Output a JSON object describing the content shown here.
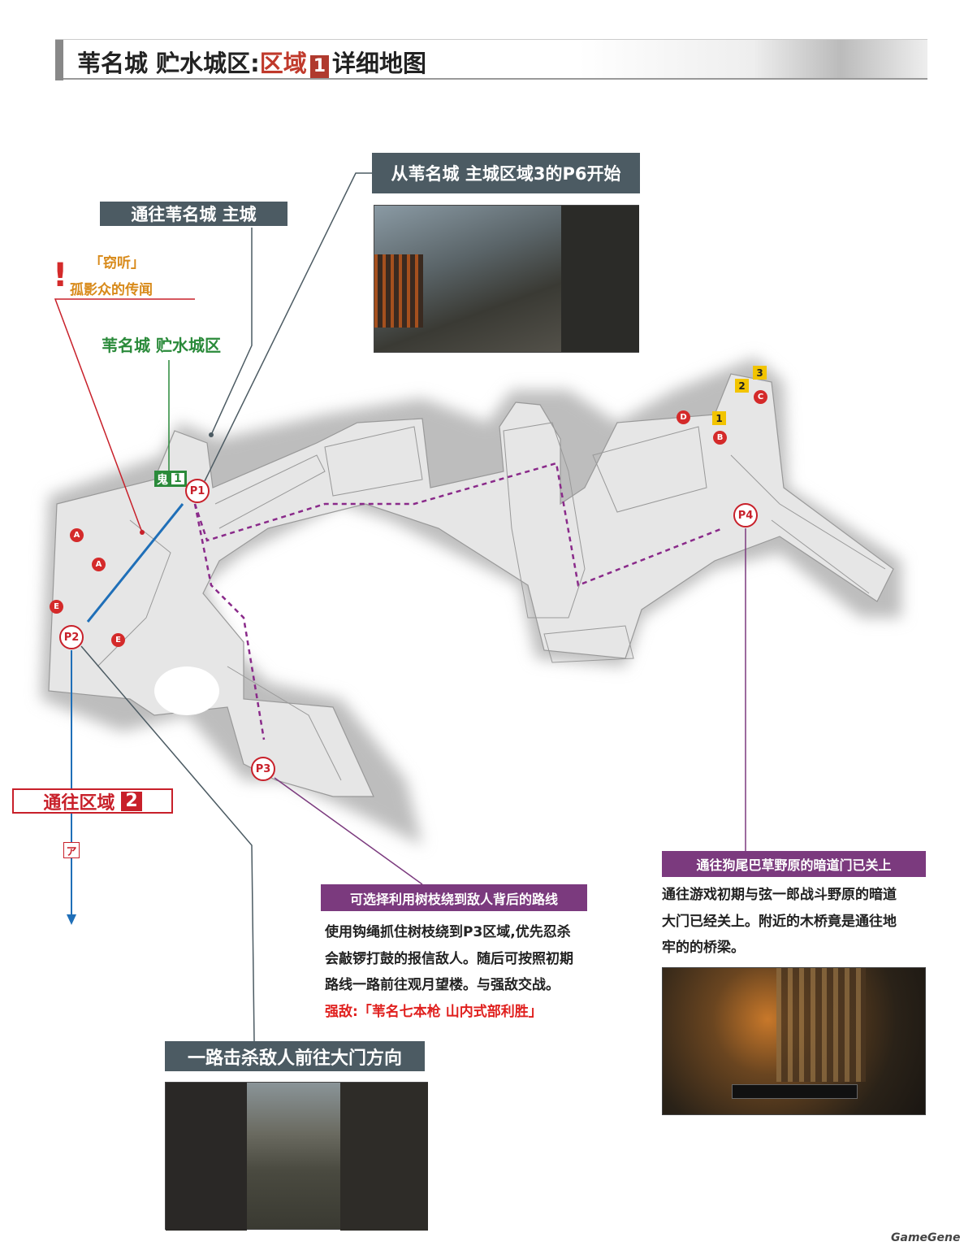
{
  "header": {
    "title_main": "苇名城  贮水城区:",
    "title_area": "区域",
    "title_num": "1",
    "title_suffix": "详细地图"
  },
  "callouts": {
    "start": "从苇名城  主城区域3的P6开始",
    "to_main_castle": "通往苇名城  主城",
    "eavesdrop_title": "「窃听」",
    "eavesdrop_sub": "孤影众的传闻",
    "exclaim": "!",
    "region_name": "苇名城  贮水城区",
    "idol_label": "鬼",
    "idol_num": "1",
    "to_area2": "通往区域",
    "to_area2_num": "2",
    "a_marker": "ア",
    "kill_path": "一路击杀敌人前往大门方向",
    "branch_title": "可选择利用树枝绕到敌人背后的路线",
    "branch_lines": [
      "使用钩绳抓住树枝绕到P3区域,优先忍杀",
      "会敲锣打鼓的报信敌人。随后可按照初期",
      "路线一路前往观月望楼。与强敌交战。"
    ],
    "branch_boss": "强敌:「苇名七本枪  山内式部利胜」",
    "door_title": "通往狗尾巴草野原的暗道门已关上",
    "door_lines": [
      "通往游戏初期与弦一郎战斗野原的暗道",
      "大门已经关上。附近的木桥竟是通往地",
      "牢的的桥梁。"
    ]
  },
  "map_markers": {
    "p1": "P1",
    "p2": "P2",
    "p3": "P3",
    "p4": "P4",
    "a": "A",
    "e": "E",
    "b": "B",
    "c": "C",
    "d": "D",
    "n1": "1",
    "n2": "2",
    "n3": "3"
  },
  "watermark": "GameGene",
  "colors": {
    "accent_red": "#c8202a",
    "slate": "#4c5b63",
    "purple": "#7b3a7e",
    "green": "#2a8a3a",
    "orange": "#d88a1a",
    "route_blue": "#1f6fb8"
  }
}
